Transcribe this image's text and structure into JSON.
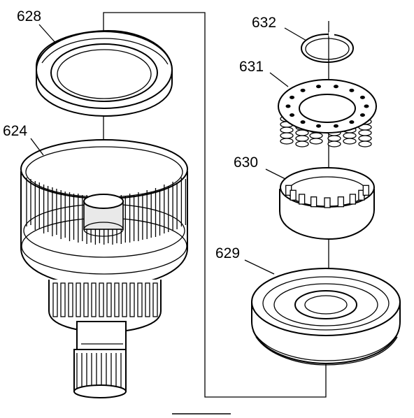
{
  "callouts": {
    "c628": "628",
    "c624": "624",
    "c632": "632",
    "c631": "631",
    "c630": "630",
    "c629": "629"
  },
  "colors": {
    "line": "#000000",
    "background": "#ffffff",
    "shade": "#e9e9e9"
  }
}
